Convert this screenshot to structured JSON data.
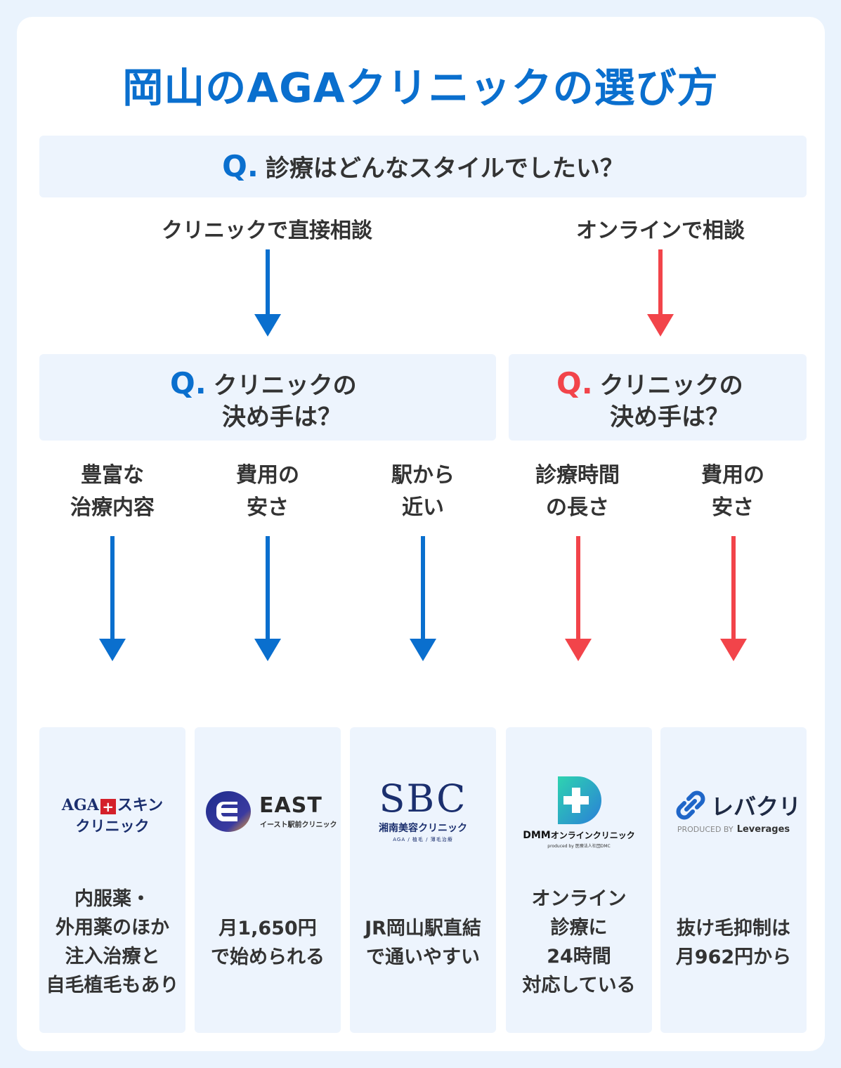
{
  "title": "岡山のAGAクリニックの選び方",
  "q_mark": "Q.",
  "q1": "診療はどんなスタイルでしたい？",
  "branch_clinic": "クリニックで直接相談",
  "branch_online": "オンラインで相談",
  "q2_line1": "クリニックの",
  "q2_line2": "決め手は？",
  "criteria": [
    {
      "line1": "豊富な",
      "line2": "治療内容"
    },
    {
      "line1": "費用の",
      "line2": "安さ"
    },
    {
      "line1": "駅から",
      "line2": "近い"
    },
    {
      "line1": "診療時間",
      "line2": "の長さ"
    },
    {
      "line1": "費用の",
      "line2": "安さ"
    }
  ],
  "clinics": [
    {
      "logo_line1a": "AGA",
      "logo_line1b": "スキン",
      "logo_line2": "クリニック",
      "desc": [
        "内服薬・",
        "外用薬のほか",
        "注入治療と",
        "自毛植毛もあり"
      ]
    },
    {
      "logo_main": "EAST",
      "logo_sub": "イースト駅前クリニック",
      "desc": [
        "月1,650円",
        "で始められる"
      ]
    },
    {
      "logo_main": "SBC",
      "logo_sub": "湘南美容クリニック",
      "logo_sub2": "AGA / 植毛 / 薄毛治療",
      "desc": [
        "JR岡山駅直結",
        "で通いやすい"
      ]
    },
    {
      "logo_main": "DMM",
      "logo_sub": "オンラインクリニック",
      "logo_sub2": "produced by 医療法人社団DMC",
      "desc": [
        "オンライン",
        "診療に",
        "24時間",
        "対応している"
      ]
    },
    {
      "logo_main": "レバクリ",
      "logo_sub1": "PRODUCED BY",
      "logo_sub2": "Leverages",
      "desc": [
        "抜け毛抑制は",
        "月962円から"
      ]
    }
  ],
  "colors": {
    "blue": "#0a6fce",
    "red": "#f2444a",
    "panel": "#edf4fd",
    "bg": "#eaf3fd"
  }
}
